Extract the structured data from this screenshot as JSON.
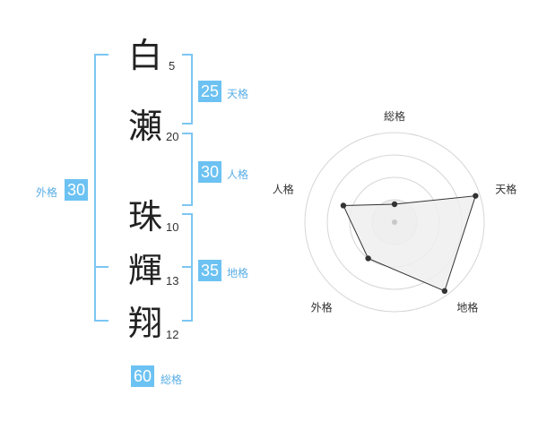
{
  "name": {
    "characters": [
      {
        "char": "白",
        "strokes": "5"
      },
      {
        "char": "瀬",
        "strokes": "20"
      },
      {
        "char": "珠",
        "strokes": "10"
      },
      {
        "char": "輝",
        "strokes": "13"
      },
      {
        "char": "翔",
        "strokes": "12"
      }
    ]
  },
  "kaku": {
    "tenkaku": {
      "value": "25",
      "label": "天格"
    },
    "jinkaku": {
      "value": "30",
      "label": "人格"
    },
    "chikaku": {
      "value": "35",
      "label": "地格"
    },
    "gaikaku": {
      "value": "30",
      "label": "外格"
    },
    "soukaku": {
      "value": "60",
      "label": "総格"
    }
  },
  "chart_data": {
    "type": "radar",
    "axes": [
      "総格",
      "天格",
      "地格",
      "外格",
      "人格"
    ],
    "values": [
      0.2,
      0.95,
      0.95,
      0.5,
      0.6
    ],
    "rings": 4,
    "colors": {
      "line": "#333333",
      "fill": "#eeeeee",
      "ring": "#d6d6d6",
      "point": "#333333",
      "center": "#c8c8c8"
    }
  },
  "colors": {
    "bracket": "#7cc6f2",
    "badge": "#6cc2f2",
    "label": "#5aaee6"
  }
}
